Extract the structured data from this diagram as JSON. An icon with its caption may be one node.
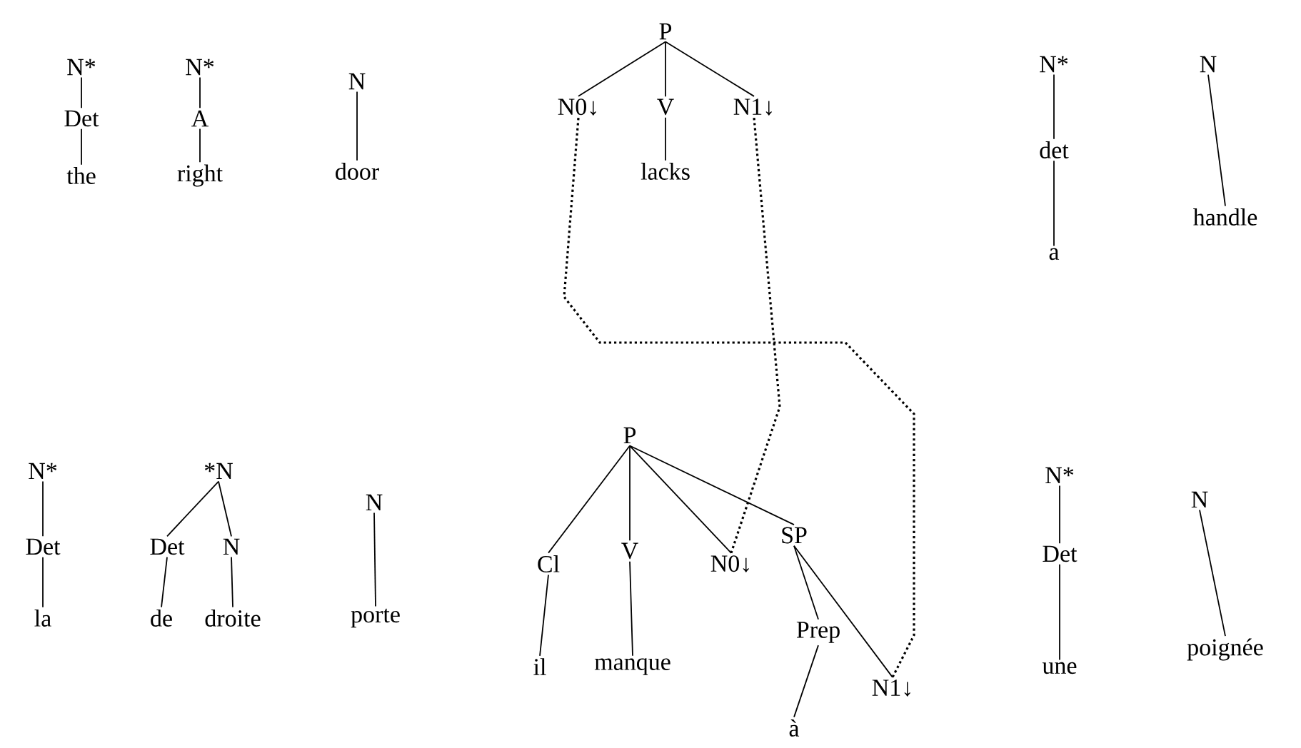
{
  "diagram": {
    "nodes": [
      {
        "text": [
          "N*"
        ]
      },
      {
        "text": [
          "Det"
        ]
      },
      {
        "text": [
          "the"
        ]
      },
      {
        "text": [
          "N*"
        ]
      },
      {
        "text": [
          "A"
        ]
      },
      {
        "text": [
          "right"
        ]
      },
      {
        "text": [
          "N"
        ]
      },
      {
        "text": [
          "door"
        ]
      },
      {
        "text": [
          "P"
        ]
      },
      {
        "text": [
          "N0↓"
        ]
      },
      {
        "text": [
          "V"
        ]
      },
      {
        "text": [
          "N1↓"
        ]
      },
      {
        "text": [
          "lacks"
        ]
      },
      {
        "text": [
          "N*"
        ]
      },
      {
        "text": [
          "det"
        ]
      },
      {
        "text": [
          "a"
        ]
      },
      {
        "text": [
          "N"
        ]
      },
      {
        "text": [
          "handle"
        ]
      },
      {
        "text": [
          "N*"
        ]
      },
      {
        "text": [
          "Det"
        ]
      },
      {
        "text": [
          "la"
        ]
      },
      {
        "text": [
          "*N"
        ]
      },
      {
        "text": [
          "Det"
        ]
      },
      {
        "text": [
          "N"
        ]
      },
      {
        "text": [
          "de"
        ]
      },
      {
        "text": [
          "droite"
        ]
      },
      {
        "text": [
          "N"
        ]
      },
      {
        "text": [
          "porte"
        ]
      },
      {
        "text": [
          "P"
        ]
      },
      {
        "text": [
          "Cl"
        ]
      },
      {
        "text": [
          "V"
        ]
      },
      {
        "text": [
          "N0↓"
        ]
      },
      {
        "text": [
          "SP"
        ]
      },
      {
        "text": [
          "il"
        ]
      },
      {
        "text": [
          "manque"
        ]
      },
      {
        "text": [
          "Prep"
        ]
      },
      {
        "text": [
          "N1↓"
        ]
      },
      {
        "text": [
          "à"
        ]
      },
      {
        "text": [
          "N*"
        ]
      },
      {
        "text": [
          "Det"
        ]
      },
      {
        "text": [
          "une"
        ]
      },
      {
        "text": [
          "N"
        ]
      },
      {
        "text": [
          "poignée"
        ]
      }
    ],
    "edges": [
      {
        "from": 0,
        "to": 1,
        "arrow": "none"
      },
      {
        "from": 1,
        "to": 2,
        "arrow": "none"
      },
      {
        "from": 3,
        "to": 4,
        "arrow": "none"
      },
      {
        "from": 4,
        "to": 5,
        "arrow": "none"
      },
      {
        "from": 6,
        "to": 7,
        "arrow": "none"
      },
      {
        "from": 8,
        "to": 9,
        "arrow": "none"
      },
      {
        "from": 8,
        "to": 10,
        "arrow": "none"
      },
      {
        "from": 8,
        "to": 11,
        "arrow": "none"
      },
      {
        "from": 10,
        "to": 12,
        "arrow": "none"
      },
      {
        "from": 13,
        "to": 14,
        "arrow": "none"
      },
      {
        "from": 14,
        "to": 15,
        "arrow": "none"
      },
      {
        "from": 16,
        "to": 17,
        "arrow": "none"
      },
      {
        "from": 18,
        "to": 19,
        "arrow": "none"
      },
      {
        "from": 19,
        "to": 20,
        "arrow": "none"
      },
      {
        "from": 21,
        "to": 22,
        "arrow": "none"
      },
      {
        "from": 21,
        "to": 23,
        "arrow": "none"
      },
      {
        "from": 22,
        "to": 24,
        "arrow": "none"
      },
      {
        "from": 23,
        "to": 25,
        "arrow": "none"
      },
      {
        "from": 26,
        "to": 27,
        "arrow": "none"
      },
      {
        "from": 28,
        "to": 29,
        "arrow": "none"
      },
      {
        "from": 28,
        "to": 30,
        "arrow": "none"
      },
      {
        "from": 28,
        "to": 31,
        "arrow": "none"
      },
      {
        "from": 28,
        "to": 32,
        "arrow": "none"
      },
      {
        "from": 29,
        "to": 33,
        "arrow": "none"
      },
      {
        "from": 30,
        "to": 34,
        "arrow": "none"
      },
      {
        "from": 32,
        "to": 35,
        "arrow": "none"
      },
      {
        "from": 32,
        "to": 36,
        "arrow": "none"
      },
      {
        "from": 35,
        "to": 37,
        "arrow": "none"
      },
      {
        "from": 38,
        "to": 39,
        "arrow": "none"
      },
      {
        "from": 39,
        "to": 40,
        "arrow": "none"
      },
      {
        "from": 41,
        "to": 42,
        "arrow": "none"
      },
      {
        "from": 9,
        "to": 36,
        "arrow": "none",
        "style": "dashed"
      },
      {
        "from": 11,
        "to": 31,
        "arrow": "none",
        "style": "dashed"
      }
    ]
  }
}
